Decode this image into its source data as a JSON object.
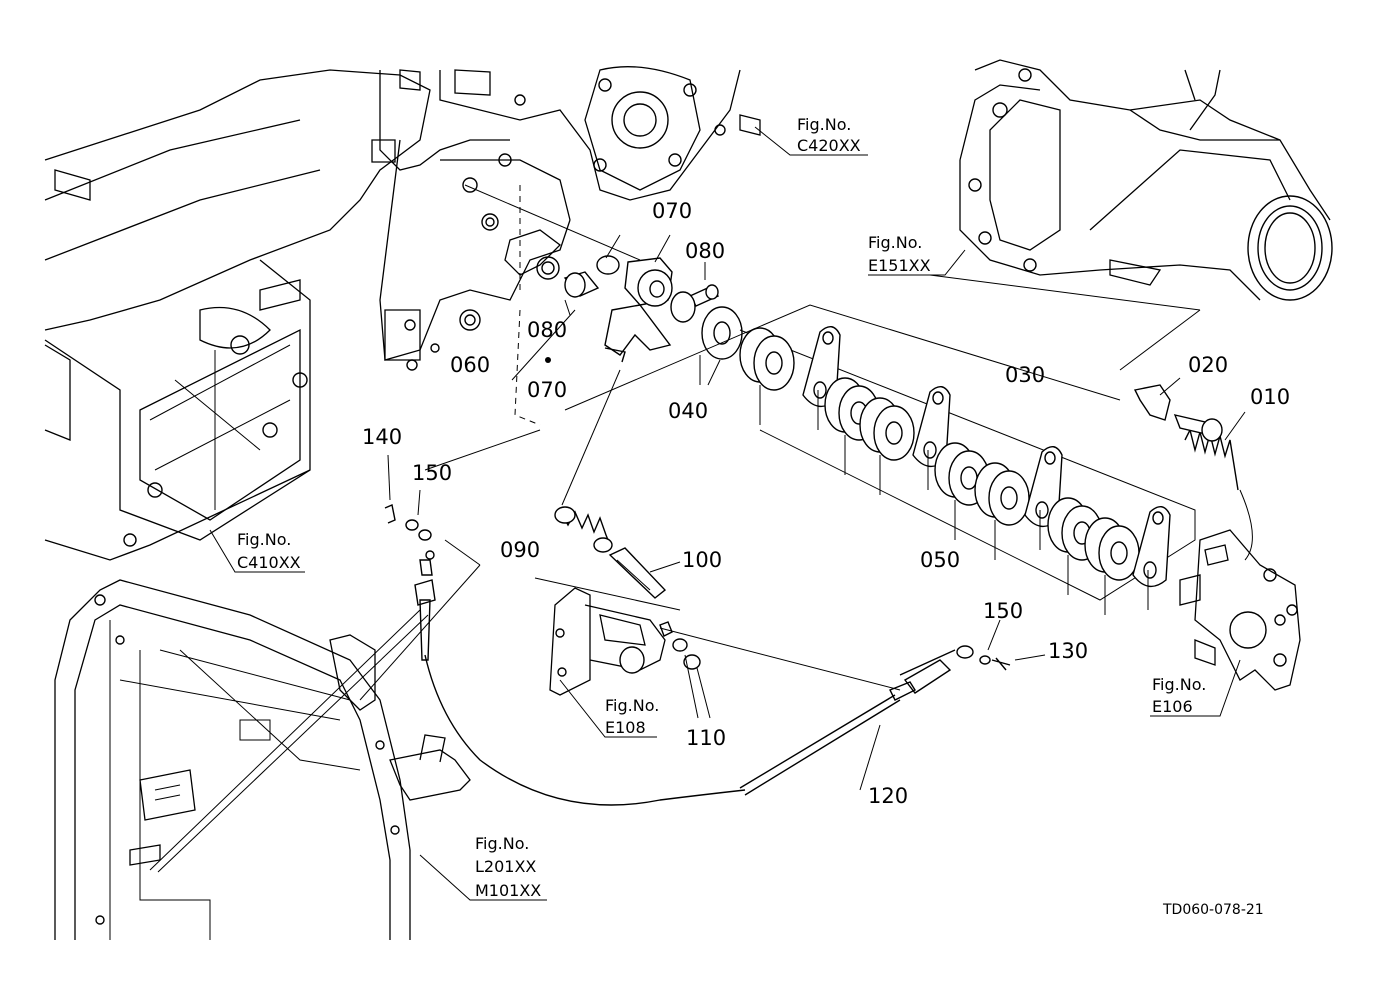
{
  "diagram": {
    "part_numbers": [
      "010",
      "020",
      "030",
      "040",
      "050",
      "060",
      "070",
      "070",
      "080",
      "080",
      "090",
      "100",
      "110",
      "120",
      "130",
      "140",
      "150",
      "150"
    ],
    "figure_refs": [
      {
        "label": "Fig.No.",
        "code": "C420XX"
      },
      {
        "label": "Fig.No.",
        "code": "E151XX"
      },
      {
        "label": "Fig.No.",
        "code": "C410XX"
      },
      {
        "label": "Fig.No.",
        "code": "E108"
      },
      {
        "label": "Fig.No.",
        "code": "E106"
      },
      {
        "label": "Fig.No.",
        "code": "L201XX",
        "code2": "M101XX"
      }
    ],
    "drawing_code": "TD060-078-21"
  }
}
